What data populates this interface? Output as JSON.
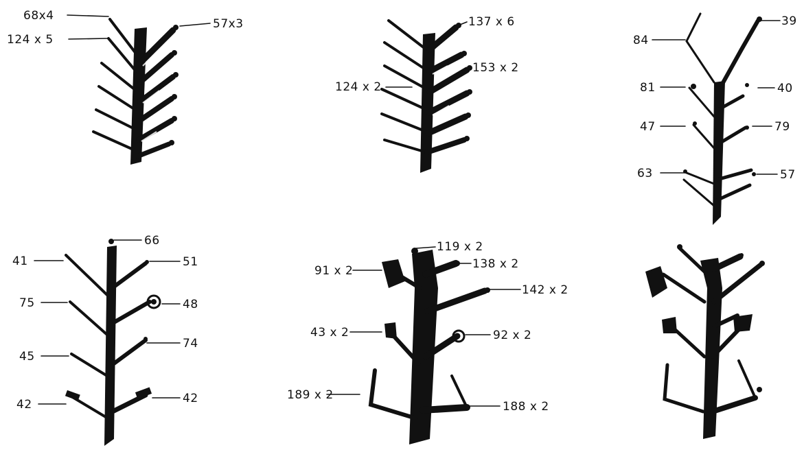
{
  "panels": [
    {
      "id": "a",
      "labels": [
        {
          "text": "68x4"
        },
        {
          "text": "124 x 5"
        },
        {
          "text": "57x3"
        }
      ]
    },
    {
      "id": "b",
      "labels": [
        {
          "text": "137 x 6"
        },
        {
          "text": "153 x 2"
        },
        {
          "text": "124 x 2"
        }
      ]
    },
    {
      "id": "c",
      "labels": [
        {
          "text": "39"
        },
        {
          "text": "84"
        },
        {
          "text": "81"
        },
        {
          "text": "40"
        },
        {
          "text": "47"
        },
        {
          "text": "79"
        },
        {
          "text": "63"
        },
        {
          "text": "57"
        }
      ]
    },
    {
      "id": "d",
      "labels": [
        {
          "text": "66"
        },
        {
          "text": "41"
        },
        {
          "text": "51"
        },
        {
          "text": "75"
        },
        {
          "text": "48"
        },
        {
          "text": "74"
        },
        {
          "text": "45"
        },
        {
          "text": "42"
        },
        {
          "text": "42"
        }
      ]
    },
    {
      "id": "e",
      "labels": [
        {
          "text": "119 x 2"
        },
        {
          "text": "91 x 2"
        },
        {
          "text": "138 x 2"
        },
        {
          "text": "142 x 2"
        },
        {
          "text": "43 x 2"
        },
        {
          "text": "92 x 2"
        },
        {
          "text": "189 x 2"
        },
        {
          "text": "188 x 2"
        }
      ]
    },
    {
      "id": "f",
      "labels": []
    }
  ],
  "colors": {
    "ink": "#111111",
    "paper": "#ffffff"
  }
}
